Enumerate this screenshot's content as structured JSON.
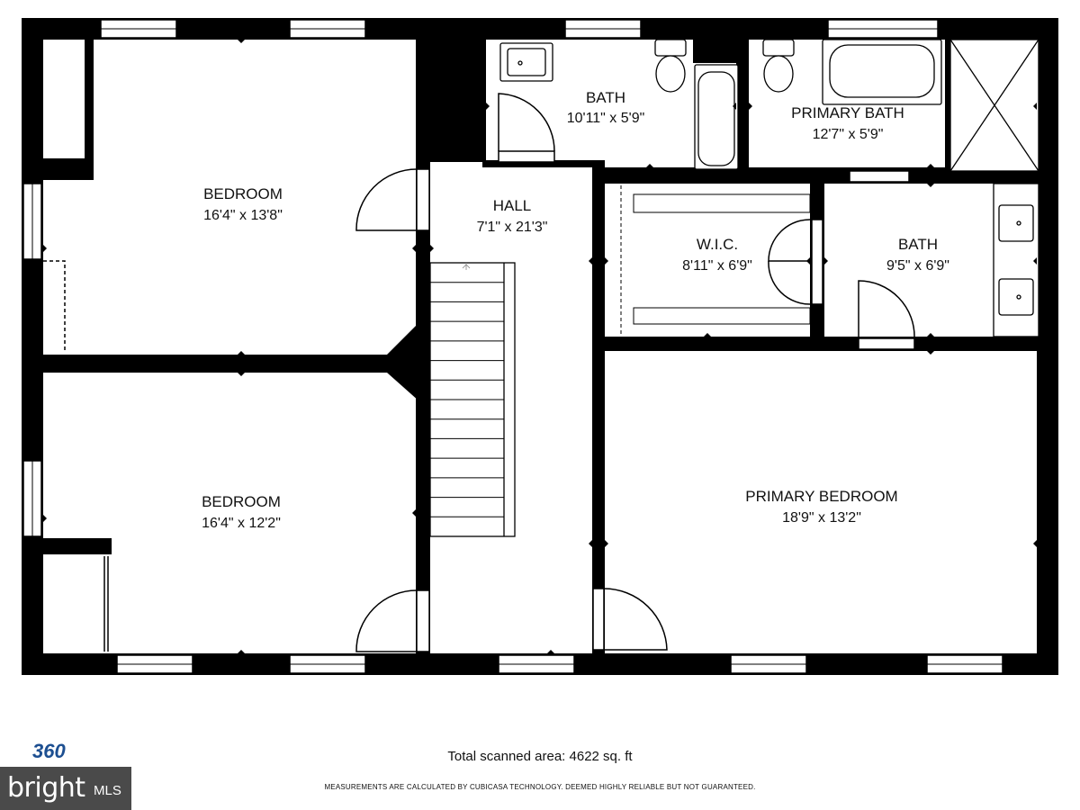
{
  "rooms": {
    "bedroom_top": {
      "name": "BEDROOM",
      "dims": "16'4\" x 13'8\""
    },
    "bedroom_bottom": {
      "name": "BEDROOM",
      "dims": "16'4\" x 12'2\""
    },
    "hall": {
      "name": "HALL",
      "dims": "7'1\" x 21'3\""
    },
    "bath_top": {
      "name": "BATH",
      "dims": "10'11\" x 5'9\""
    },
    "primary_bath": {
      "name": "PRIMARY BATH",
      "dims": "12'7\" x 5'9\""
    },
    "wic": {
      "name": "W.I.C.",
      "dims": "8'11\" x 6'9\""
    },
    "bath_right": {
      "name": "BATH",
      "dims": "9'5\" x 6'9\""
    },
    "primary_bedroom": {
      "name": "PRIMARY BEDROOM",
      "dims": "18'9\" x 13'2\""
    }
  },
  "footer": {
    "total_area": "Total scanned area: 4622 sq. ft",
    "disclaimer": "MEASUREMENTS ARE CALCULATED BY CUBICASA TECHNOLOGY. DEEMED HIGHLY RELIABLE BUT NOT GUARANTEED."
  },
  "logo": {
    "badge": "360",
    "brand": "bright",
    "suffix": "MLS"
  },
  "colors": {
    "wall": "#000000",
    "background": "#ffffff",
    "logo_bar": "#4a4a4a",
    "badge_blue": "#1d4f91"
  }
}
